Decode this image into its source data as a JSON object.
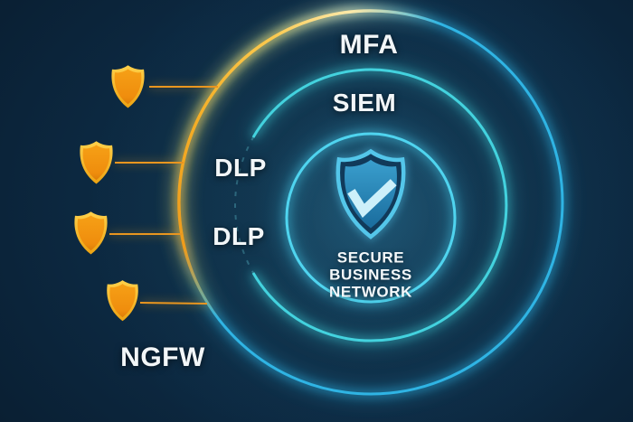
{
  "diagram": {
    "type": "concentric-security-layers",
    "core": {
      "label": "SECURE\nBUSINESS\nNETWORK",
      "icon": "shield-check-icon"
    },
    "rings": [
      {
        "label": "MFA"
      },
      {
        "label": "SIEM"
      },
      {
        "label": "DLP"
      },
      {
        "label": "DLP"
      }
    ],
    "perimeter_label": "NGFW",
    "shield_icon_count": 4
  },
  "colors": {
    "background": "#0c2840",
    "ring_cyan": "#35c3e8",
    "ring_teal": "#3fd0dc",
    "ring_orange": "#f2a51f",
    "shield_gold": "#f7b91f",
    "shield_orange": "#f0930e",
    "core_shield_border": "#54c6ea",
    "core_shield_fill": "#2d86b8",
    "checkmark": "#cdf0fa",
    "text": "#f2f6f8"
  }
}
